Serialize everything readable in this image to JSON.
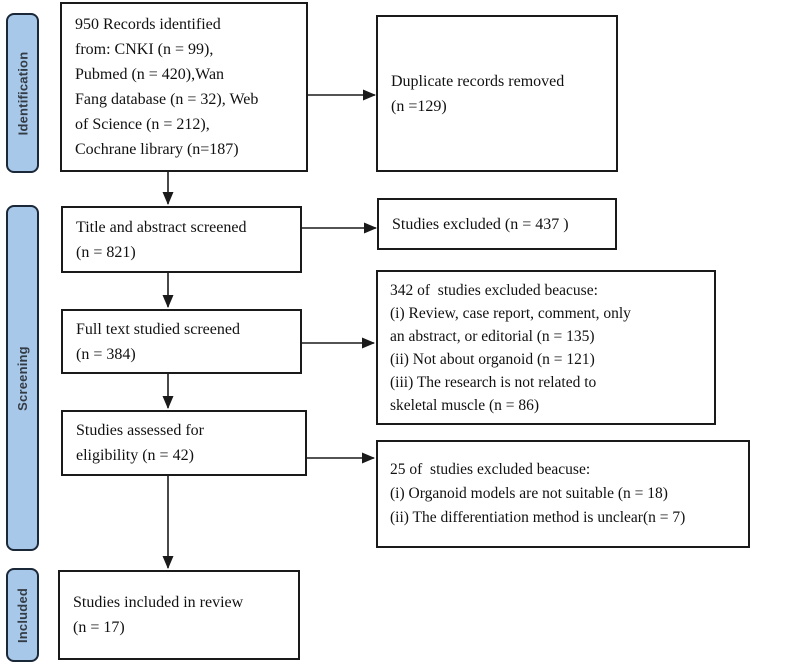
{
  "stages": {
    "identification": "Identification",
    "screening": "Screening",
    "included": "Included"
  },
  "boxes": {
    "records_identified": "950 Records identified\nfrom: CNKI (n = 99),\nPubmed (n = 420),Wan\nFang database (n = 32), Web\nof Science (n = 212),\nCochrane library (n=187)",
    "duplicates_removed": "Duplicate records removed\n(n =129)",
    "title_abstract_screened": "Title and abstract screened\n(n = 821)",
    "studies_excluded_437": "Studies excluded (n = 437 )",
    "full_text_screened": "Full text studied screened\n(n = 384)",
    "excluded_342": "342 of  studies excluded beacuse:\n(i) Review, case report, comment, only\nan abstract, or editorial (n = 135)\n(ii) Not about organoid (n = 121)\n(iii) The research is not related to\nskeletal muscle (n = 86)",
    "assessed_eligibility": "Studies assessed for\neligibility (n = 42)",
    "excluded_25": "25 of  studies excluded beacuse:\n(i) Organoid models are not suitable (n = 18)\n(ii) The differentiation method is unclear(n = 7)",
    "included_review": "Studies included in review\n(n = 17)"
  },
  "counts": {
    "records_identified": 950,
    "cnki": 99,
    "pubmed": 420,
    "wanfang": 32,
    "web_of_science": 212,
    "cochrane": 187,
    "duplicates_removed": 129,
    "title_abstract_screened": 821,
    "excluded_title_abstract": 437,
    "full_text_screened": 384,
    "excluded_full_text": 342,
    "excluded_review_editorial": 135,
    "excluded_not_organoid": 121,
    "excluded_not_skeletal_muscle": 86,
    "assessed_eligibility": 42,
    "excluded_eligibility": 25,
    "excluded_models_not_suitable": 18,
    "excluded_method_unclear": 7,
    "included_review": 17
  },
  "colors": {
    "background": "#ffffff",
    "stage_fill": "#a8c8ea",
    "stage_border": "#1b2838",
    "stage_text": "#333b44",
    "box_border": "#1a1a1a",
    "text": "#111111",
    "arrow": "#1a1a1a"
  }
}
